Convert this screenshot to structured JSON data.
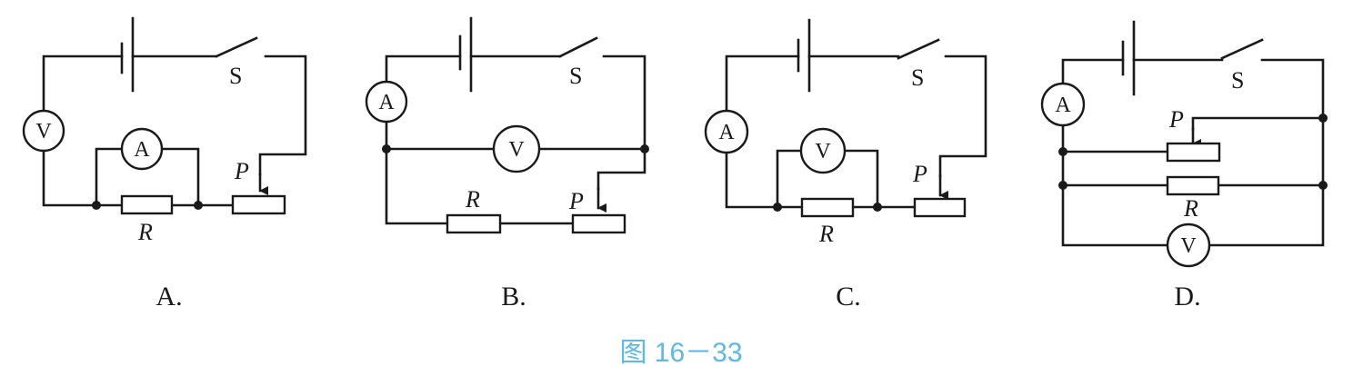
{
  "figure": {
    "caption": "图 16－33",
    "caption_color": "#5fb8e6",
    "line_color": "#1a1a1a"
  },
  "symbols": {
    "voltmeter": "V",
    "ammeter": "A",
    "switch": "S",
    "slider": "P",
    "resistor": "R"
  },
  "options": [
    {
      "label": "A."
    },
    {
      "label": "B."
    },
    {
      "label": "C."
    },
    {
      "label": "D."
    }
  ]
}
